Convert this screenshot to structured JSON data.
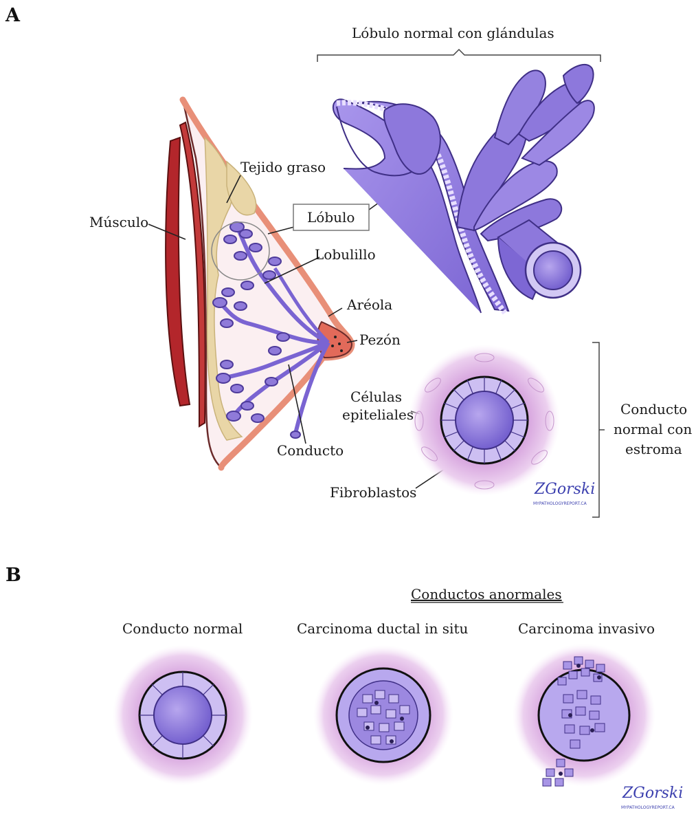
{
  "panel_a": {
    "letter": "A",
    "lobule_header": "Lóbulo normal con glándulas",
    "labels": {
      "musculo": "Músculo",
      "tejido_graso": "Tejido graso",
      "lobulo": "Lóbulo",
      "lobulillo": "Lobulillo",
      "areola": "Aréola",
      "pezon": "Pezón",
      "conducto": "Conducto",
      "celulas_1": "Células",
      "celulas_2": "epiteliales",
      "fibroblastos": "Fibroblastos",
      "estroma_1": "Conducto",
      "estroma_2": "normal con",
      "estroma_3": "estroma"
    },
    "signature": "ZGorski",
    "signature_sub": "MYPATHOLOGYREPORT.CA"
  },
  "panel_b": {
    "letter": "B",
    "abnormal_header": "Conductos anormales",
    "ducts": [
      {
        "title": "Conducto normal"
      },
      {
        "title": "Carcinoma ductal in situ"
      },
      {
        "title": "Carcinoma invasivo"
      }
    ],
    "signature": "ZGorski",
    "signature_sub": "MYPATHOLOGYREPORT.CA"
  },
  "colors": {
    "gland_purple": "#9a86e0",
    "gland_dark": "#6f58c8",
    "stroma_pink": "#e7c4ea",
    "muscle_red": "#b3262b",
    "skin": "#f2b39a",
    "fat": "#e9d6a7"
  }
}
